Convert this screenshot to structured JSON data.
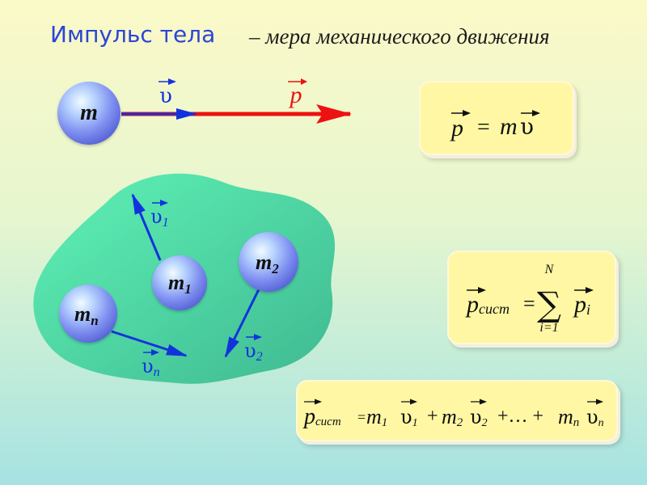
{
  "title": "Импульс тела",
  "subtitle": "– мера механического движения",
  "colors": {
    "accent_blue": "#2b45d6",
    "vector_blue": "#1133dd",
    "momentum_red": "#ee1111",
    "body_fill": "#8a9cf2",
    "blob_fill": "#4fd9a6",
    "card_fill": "#fff7a4"
  },
  "single_body": {
    "mass_label": "m",
    "velocity_label": "υ",
    "momentum_label": "p"
  },
  "system": {
    "bodies": [
      {
        "label": "m",
        "sub": "1",
        "velocity": "υ",
        "vsub": "1"
      },
      {
        "label": "m",
        "sub": "2",
        "velocity": "υ",
        "vsub": "2"
      },
      {
        "label": "m",
        "sub": "n",
        "velocity": "υ",
        "vsub": "n"
      }
    ]
  },
  "formula_single": {
    "lhs": "p",
    "eq": "=",
    "rhs_mass": "m",
    "rhs_velocity": "υ"
  },
  "formula_sum": {
    "lhs": "p",
    "lhs_sub": "сист",
    "eq": "=",
    "sum_symbol": "∑",
    "upper": "N",
    "lower": "i=1",
    "term": "p",
    "term_sub": "i"
  },
  "formula_expanded": {
    "lhs": "p",
    "lhs_sub": "сист",
    "eq": "=",
    "t1_mass": "m",
    "t1_sub": "1",
    "t1_vel": "υ",
    "t1_vsub": "1",
    "plus": "+",
    "t2_mass": "m",
    "t2_sub": "2",
    "t2_vel": "υ",
    "t2_vsub": "2",
    "ellipsis": "+… +",
    "tn_mass": "m",
    "tn_sub": "n",
    "tn_vel": "υ",
    "tn_vsub": "n"
  }
}
